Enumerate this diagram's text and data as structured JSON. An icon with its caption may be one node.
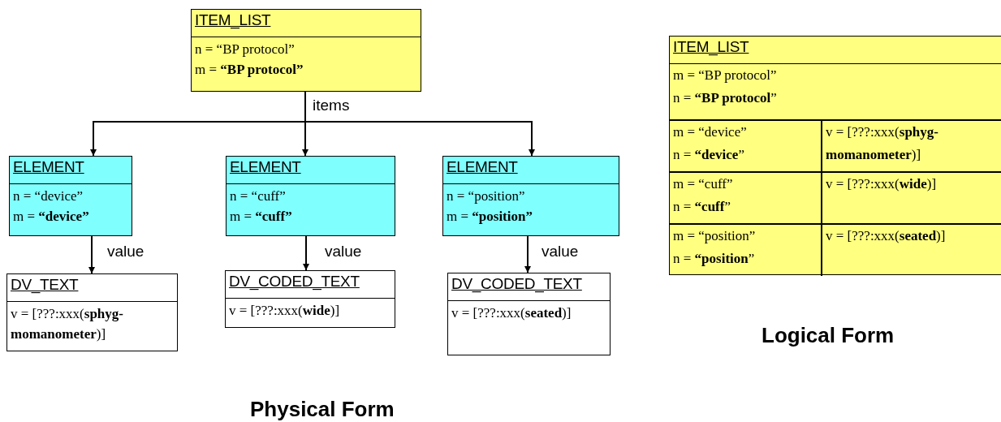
{
  "diagram": {
    "nodes": [
      {
        "text": [
          "ITEM_LIST",
          "n = “BP protocol”",
          "m = **“BP protocol”**"
        ]
      },
      {
        "text": [
          "ELEMENT",
          "n = “device”",
          "m = **“device”**"
        ]
      },
      {
        "text": [
          "ELEMENT",
          "n = “cuff”",
          "m = **“cuff”**"
        ]
      },
      {
        "text": [
          "ELEMENT",
          "n = “position”",
          "m = **“position”**"
        ]
      },
      {
        "text": [
          "DV_TEXT",
          "v = [???:xxx(**sphyg- momanometer**)]"
        ]
      },
      {
        "text": [
          "DV_CODED_TEXT",
          "v = [???:xxx(**wide**)]"
        ]
      },
      {
        "text": [
          "DV_CODED_TEXT",
          "v = [???:xxx(**seated**)]"
        ]
      },
      {
        "text": [
          "ITEM_LIST",
          "m = “BP protocol”",
          "n = **“BP protocol**”",
          "m = “device”",
          "n = **“device**”",
          "v = [???:xxx(**sphyg- momanometer**)]",
          "m = “cuff”",
          "n = **“cuff**”",
          "v = [???:xxx(**wide**)]",
          "m = “position”",
          "n = **“position**”",
          "v = [???:xxx(**seated**)]"
        ]
      }
    ],
    "edges": [
      {
        "from": 0,
        "to": 1,
        "arrow": "to"
      },
      {
        "from": 0,
        "to": 2,
        "arrow": "to",
        "label": "items"
      },
      {
        "from": 0,
        "to": 3,
        "arrow": "to"
      },
      {
        "from": 1,
        "to": 4,
        "arrow": "to",
        "label": "value"
      },
      {
        "from": 2,
        "to": 5,
        "arrow": "to",
        "label": "value"
      },
      {
        "from": 3,
        "to": 6,
        "arrow": "to",
        "label": "value"
      }
    ],
    "labels": [
      "Logical Form",
      "Physical Form"
    ]
  }
}
